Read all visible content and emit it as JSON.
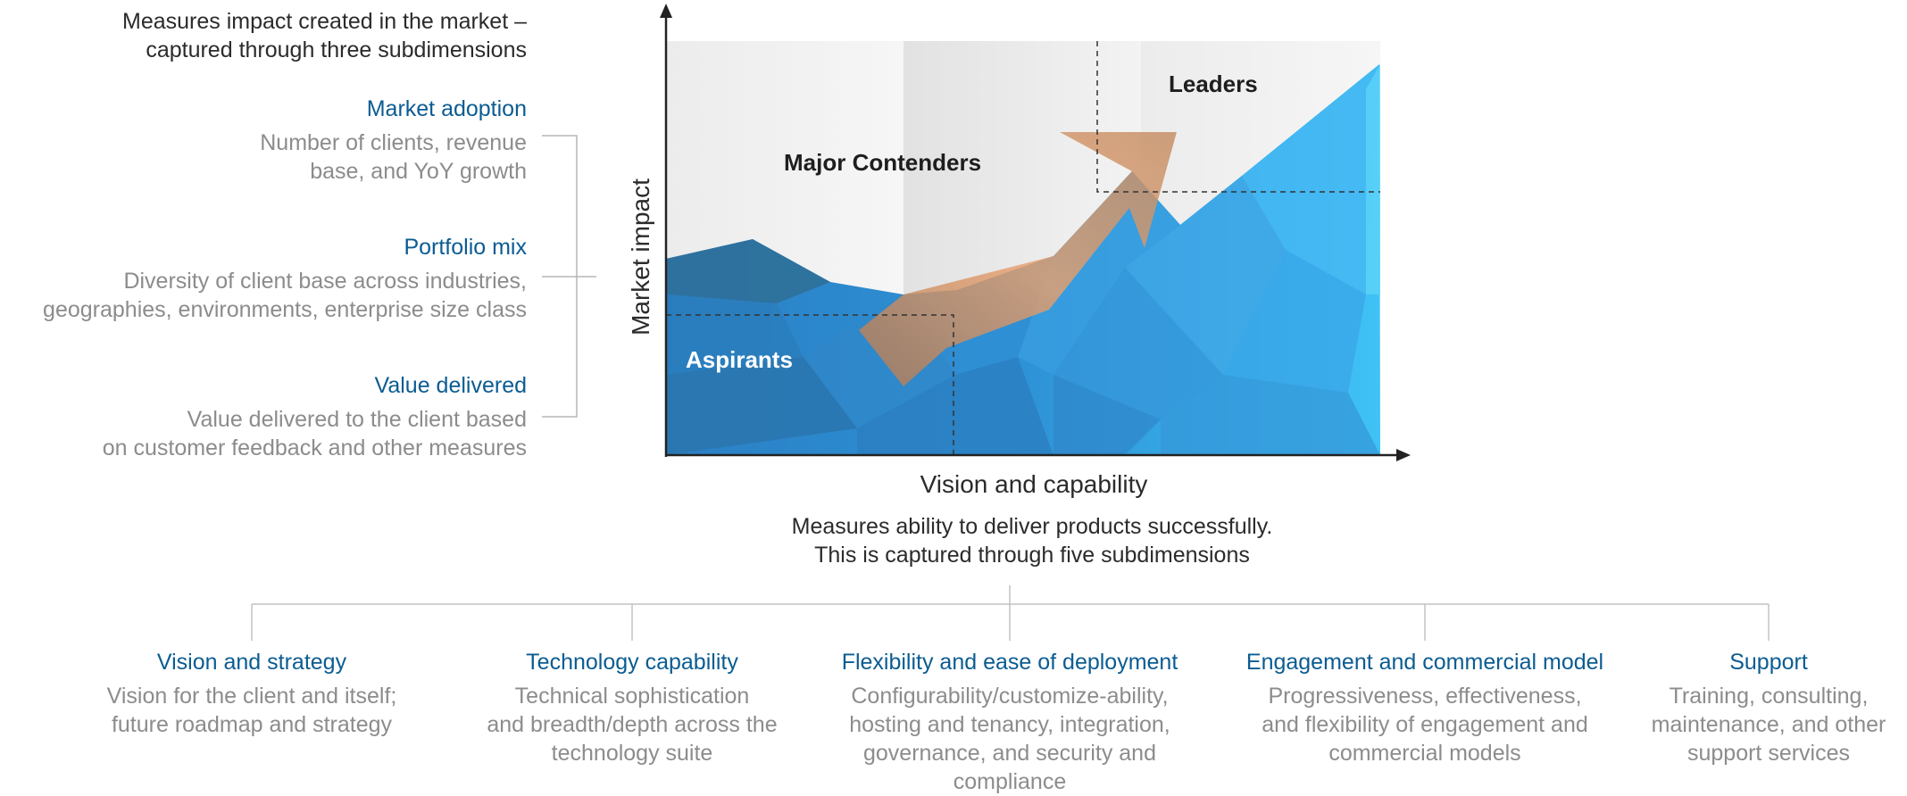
{
  "market_impact": {
    "description": "Measures impact created in the market – captured through three subdimensions",
    "description_line1": "Measures impact created in the market –",
    "description_line2": "captured through three subdimensions",
    "axis_label": "Market impact",
    "subdimensions": [
      {
        "title": "Market adoption",
        "desc1": "Number of clients, revenue",
        "desc2": "base, and YoY growth"
      },
      {
        "title": "Portfolio mix",
        "desc1": "Diversity of client base across industries,",
        "desc2": "geographies, environments, enterprise size class"
      },
      {
        "title": "Value delivered",
        "desc1": "Value delivered to the client based",
        "desc2": "on customer feedback and other measures"
      }
    ]
  },
  "vision_capability": {
    "axis_label": "Vision and capability",
    "description_line1": "Measures ability to deliver products successfully.",
    "description_line2": "This is captured through five subdimensions",
    "subdimensions": [
      {
        "title": "Vision and strategy",
        "lines": [
          "Vision for the client and itself;",
          "future roadmap and strategy"
        ]
      },
      {
        "title": "Technology capability",
        "lines": [
          "Technical sophistication",
          "and breadth/depth across the",
          "technology suite"
        ]
      },
      {
        "title": "Flexibility and ease of deployment",
        "lines": [
          "Configurability/customize-ability,",
          "hosting and tenancy, integration,",
          "governance, and security and",
          "compliance"
        ]
      },
      {
        "title": "Engagement and commercial model",
        "lines": [
          "Progressiveness, effectiveness,",
          "and flexibility of engagement and",
          "commercial models"
        ]
      },
      {
        "title": "Support",
        "lines": [
          "Training, consulting,",
          "maintenance, and other",
          "support services"
        ]
      }
    ]
  },
  "quadrants": {
    "leaders": "Leaders",
    "major_contenders": "Major Contenders",
    "aspirants": "Aspirants"
  },
  "colors": {
    "title_blue": "#0b5c92",
    "desc_gray": "#8c8c8c",
    "text_dark": "#2b2b2b",
    "arrow_orange": "#e8a070",
    "mountain_blue": "#2e9ad8"
  }
}
